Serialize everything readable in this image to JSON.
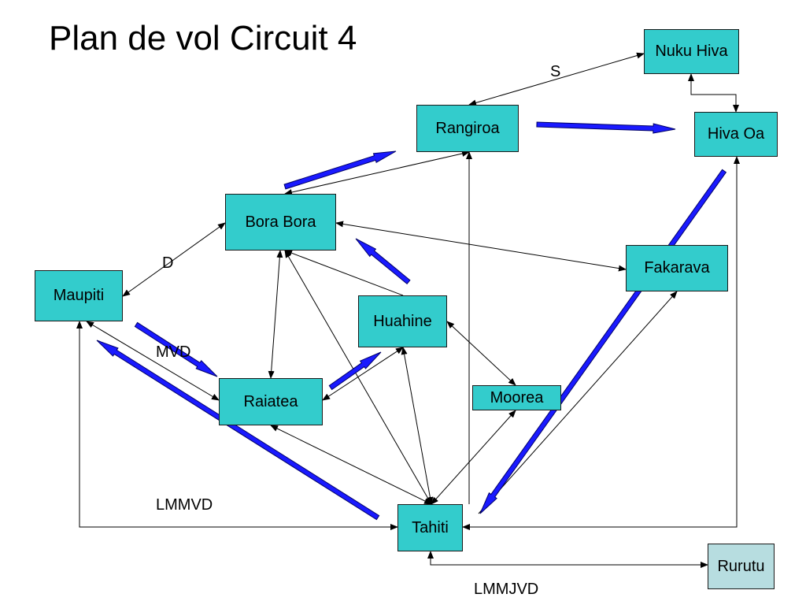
{
  "title": "Plan de vol Circuit 4",
  "colors": {
    "node": "#33cccc",
    "node_alt": "#b7dde0",
    "route": "#000000",
    "arrow_fill": "#1a1aff",
    "arrow_stroke": "#000066"
  },
  "nodes": {
    "nuku_hiva": "Nuku Hiva",
    "rangiroa": "Rangiroa",
    "hiva_oa": "Hiva Oa",
    "bora_bora": "Bora Bora",
    "fakarava": "Fakarava",
    "maupiti": "Maupiti",
    "huahine": "Huahine",
    "raiatea": "Raiatea",
    "moorea": "Moorea",
    "tahiti": "Tahiti",
    "rurutu": "Rurutu"
  },
  "labels": {
    "s": "S",
    "d": "D",
    "mvd": "MVD",
    "lmmvd": "LMMVD",
    "lmmjvd": "LMMJVD"
  }
}
